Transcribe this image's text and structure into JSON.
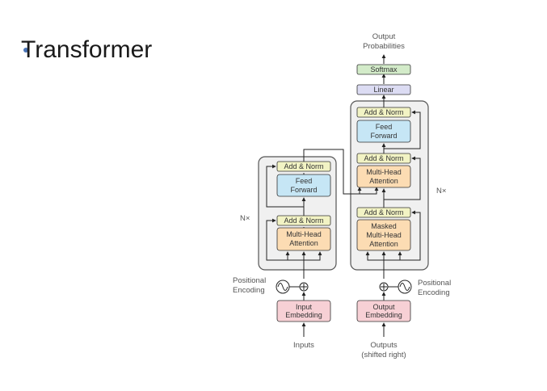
{
  "slide": {
    "title": "Transformer"
  },
  "diagram": {
    "output_label": [
      "Output",
      "Probabilities"
    ],
    "softmax": "Softmax",
    "linear": "Linear",
    "add_norm": "Add & Norm",
    "feed_forward": [
      "Feed",
      "Forward"
    ],
    "multi_head_attention": [
      "Multi-Head",
      "Attention"
    ],
    "masked_attention": [
      "Masked",
      "Multi-Head",
      "Attention"
    ],
    "input_embedding": [
      "Input",
      "Embedding"
    ],
    "output_embedding": [
      "Output",
      "Embedding"
    ],
    "positional_encoding": [
      "Positional",
      "Encoding"
    ],
    "inputs": "Inputs",
    "outputs": [
      "Outputs",
      "(shifted right)"
    ],
    "nx_encoder": "N×",
    "nx_decoder": "N×"
  },
  "colors": {
    "bullet": "#4a74b6",
    "add_norm": "#f2f3c4",
    "feed_forward": "#c6e6f5",
    "attention": "#fcdcb3",
    "embedding": "#f7d0d5",
    "softmax": "#d3ebc9",
    "linear": "#dcdcf3",
    "stack": "#f0f0f0"
  }
}
